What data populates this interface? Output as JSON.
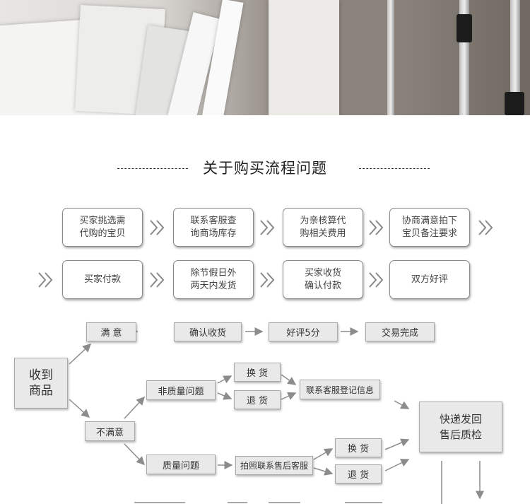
{
  "section_title": "关于购买流程问题",
  "process_steps": [
    "买家挑选需\n代购的宝贝",
    "联系客服查\n询商场库存",
    "为亲核算代\n购相关费用",
    "协商满意拍下\n宝贝备注要求",
    "买家付款",
    "除节假日外\n两天内发货",
    "买家收货\n确认付款",
    "双方好评"
  ],
  "flow": {
    "receive": "收到\n商品",
    "satisfied": "满  意",
    "confirm_receipt": "确认收货",
    "good_review": "好评5分",
    "deal_done": "交易完成",
    "unsatisfied": "不满意",
    "non_quality": "非质量问题",
    "exchange_1": "换  货",
    "return_1": "退  货",
    "contact_register": "联系客服登记信息",
    "quality": "质量问题",
    "photo_contact": "拍照联系售后客服",
    "exchange_2": "换  货",
    "return_2": "退  货",
    "express_back": "快递发回\n售后质检"
  },
  "colors": {
    "box_fill": "#e9e9e9",
    "border": "#8a8a8a",
    "arrow": "#8c8c8c"
  },
  "icons": [
    "double-chevron-icon",
    "arrow-icon"
  ]
}
